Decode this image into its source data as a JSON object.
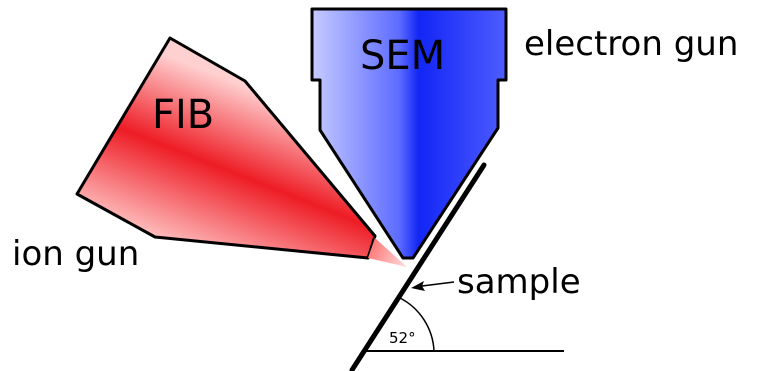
{
  "labels": {
    "sem": "SEM",
    "electron_gun": "electron gun",
    "fib": "FIB",
    "ion_gun": "ion gun",
    "sample": "sample",
    "angle": "52°"
  },
  "colors": {
    "sem_dark": "#0a1ff2",
    "sem_light": "#b4baff",
    "fib_dark": "#ee1c25",
    "fib_light": "#ffd3d3",
    "outline": "#000000"
  },
  "geometry_values": {
    "sample_tilt_deg": 52
  }
}
